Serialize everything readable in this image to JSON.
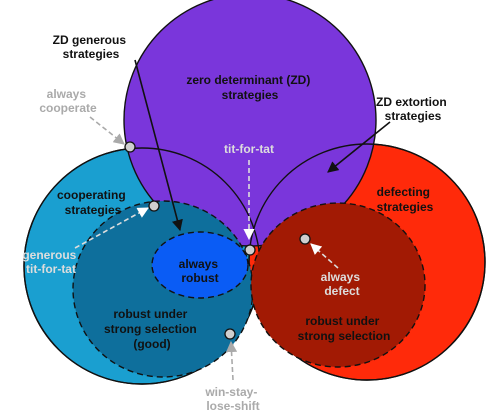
{
  "colors": {
    "cooperating": "#1a9fd0",
    "zero_determinant": "#7a36db",
    "defecting": "#ff2a0a",
    "robust_good": "#0e6f9c",
    "robust_defect": "#a21a04",
    "always_robust": "#0a5cf5",
    "callout_text": "#aaaaaa",
    "dark_text": "#111111",
    "light_text": "#dddddd",
    "dot_fill": "#cfcfcf"
  },
  "regions": {
    "zero_determinant": [
      "zero determinant (ZD)",
      "strategies"
    ],
    "cooperating": [
      "cooperating",
      "strategies"
    ],
    "defecting": [
      "defecting",
      "strategies"
    ],
    "always_robust": [
      "always",
      "robust"
    ],
    "robust_good": [
      "robust under",
      "strong selection",
      "(good)"
    ],
    "robust_defect": [
      "robust under",
      "strong selection"
    ]
  },
  "callouts": {
    "zd_generous": [
      "ZD generous",
      "strategies"
    ],
    "zd_extortion": [
      "ZD extortion",
      "strategies"
    ],
    "always_cooperate": [
      "always",
      "cooperate"
    ],
    "tit_for_tat": "tit-for-tat",
    "generous_tft": [
      "generous",
      "tit-for-tat"
    ],
    "always_defect": [
      "always",
      "defect"
    ],
    "wsls": [
      "win-stay-",
      "lose-shift"
    ]
  }
}
